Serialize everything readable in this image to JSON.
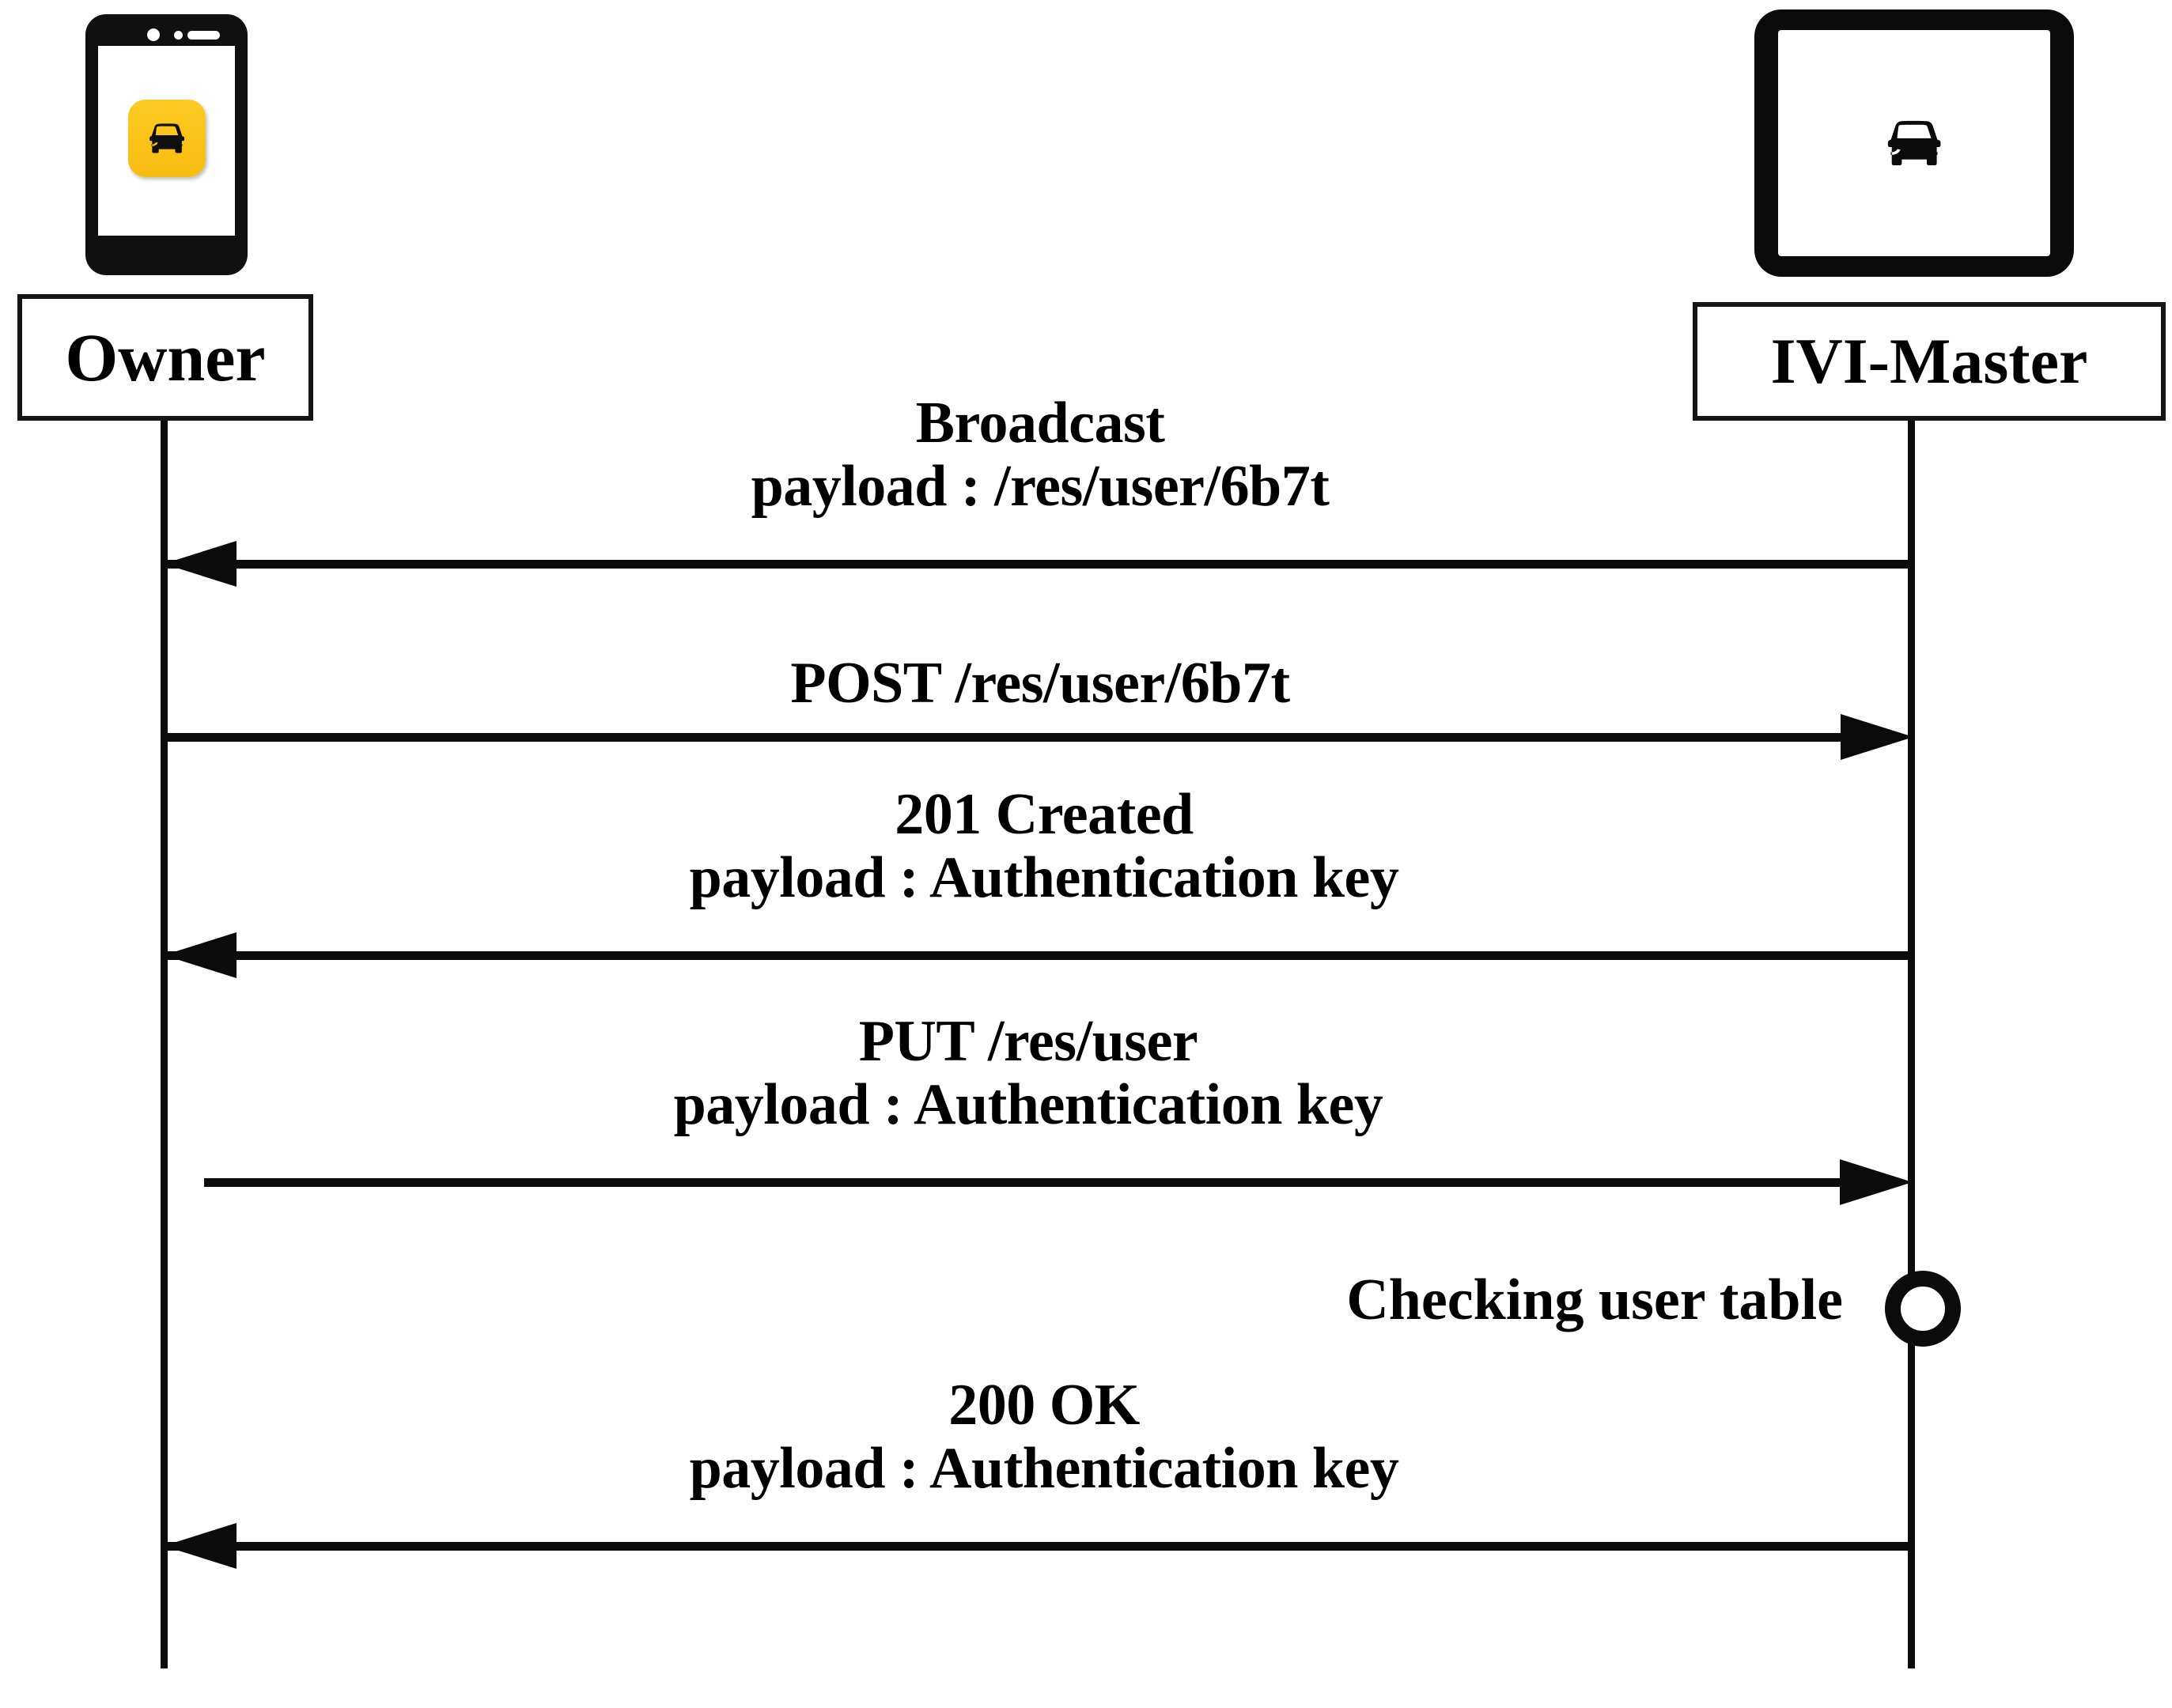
{
  "diagram": {
    "type": "uml-sequence-diagram",
    "title": "",
    "participants": [
      {
        "id": "owner",
        "label": "Owner",
        "icon": "smartphone-car-app-icon"
      },
      {
        "id": "ivi_master",
        "label": "IVI-Master",
        "icon": "tablet-car-icon"
      }
    ],
    "messages": [
      {
        "index": 1,
        "from": "ivi_master",
        "to": "owner",
        "direction": "left",
        "label": "Broadcast\npayload : /res/user/6b7t",
        "line1": "Broadcast",
        "line2": "payload : /res/user/6b7t"
      },
      {
        "index": 2,
        "from": "owner",
        "to": "ivi_master",
        "direction": "right",
        "label": "POST /res/user/6b7t",
        "line1": "POST /res/user/6b7t",
        "line2": ""
      },
      {
        "index": 3,
        "from": "ivi_master",
        "to": "owner",
        "direction": "left",
        "label": "201 Created\npayload : Authentication key",
        "line1": "201 Created",
        "line2": "payload : Authentication key"
      },
      {
        "index": 4,
        "from": "owner",
        "to": "ivi_master",
        "direction": "right",
        "label": "PUT /res/user\npayload : Authentication key",
        "line1": "PUT /res/user",
        "line2": "payload : Authentication key"
      },
      {
        "index": 5,
        "from": "ivi_master",
        "to": "owner",
        "direction": "left",
        "label": "200 OK\npayload : Authentication key",
        "line1": "200 OK",
        "line2": "payload : Authentication key"
      }
    ],
    "annotations": [
      {
        "id": "checking_user_table",
        "on": "ivi_master",
        "label": "Checking user table",
        "marker": "ring-circle"
      }
    ],
    "colors": {
      "stroke": "#0b0b0b",
      "background": "#ffffff",
      "app_tile": "#FCC41E",
      "text": "#000000"
    }
  }
}
